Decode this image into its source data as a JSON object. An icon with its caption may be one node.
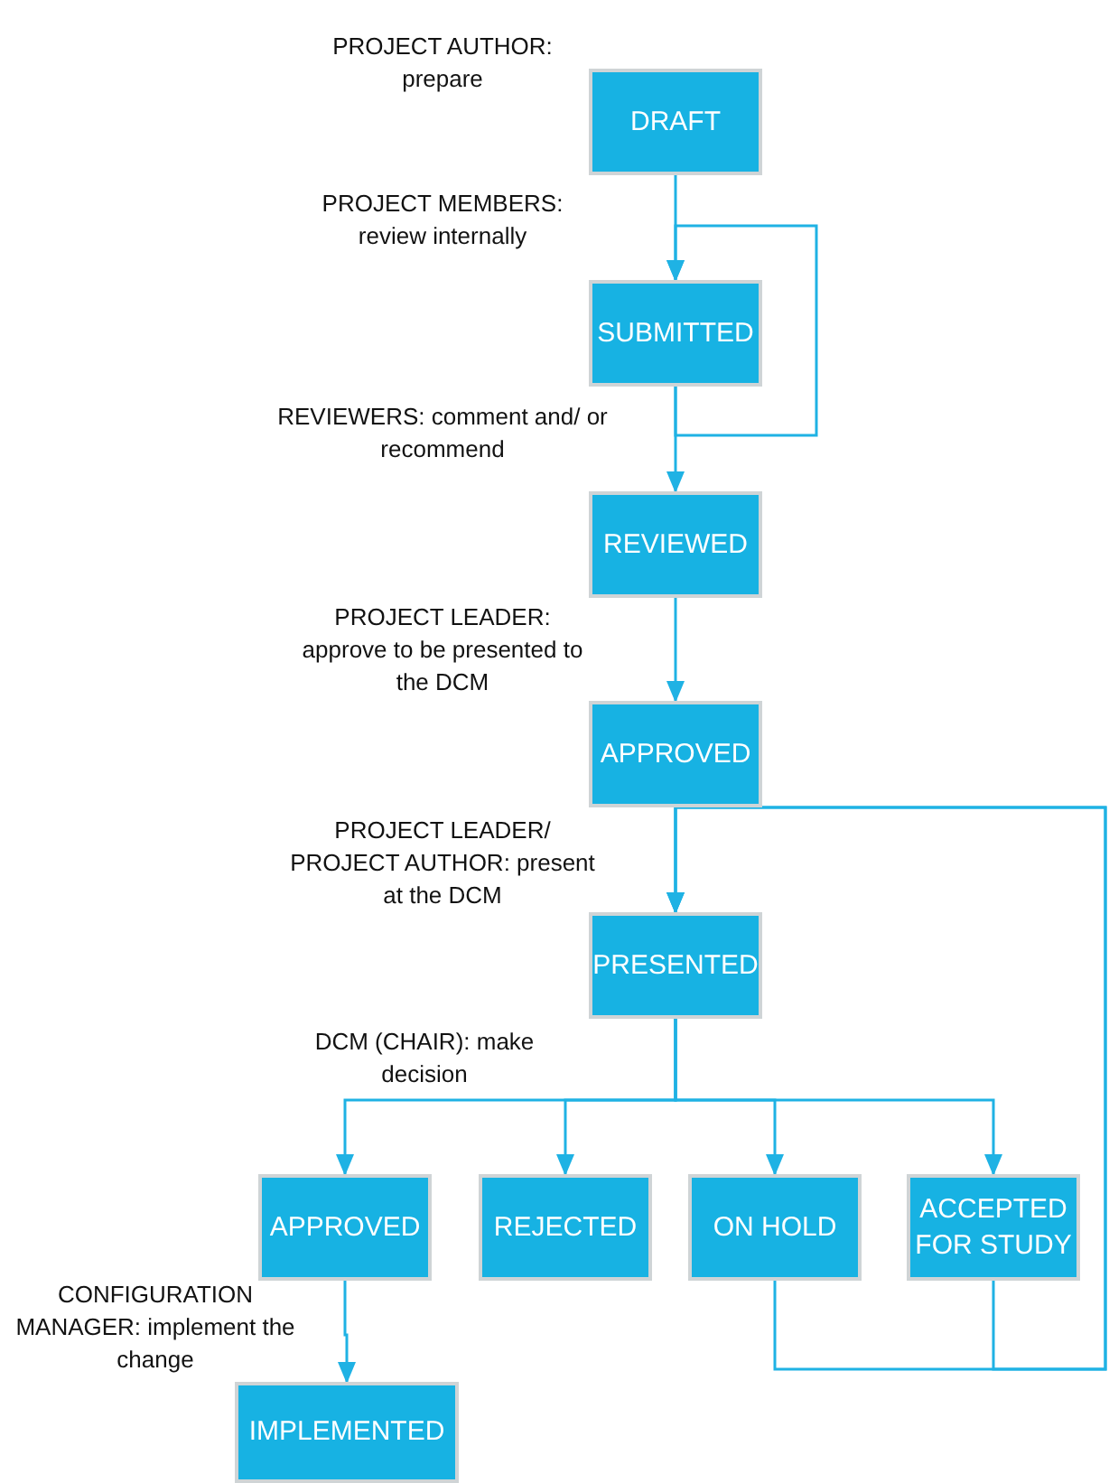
{
  "diagram": {
    "nodes": [
      {
        "text": [
          "DRAFT"
        ]
      },
      {
        "text": [
          "SUBMITTED"
        ]
      },
      {
        "text": [
          "REVIEWED"
        ]
      },
      {
        "text": [
          "APPROVED"
        ]
      },
      {
        "text": [
          "PRESENTED"
        ]
      },
      {
        "text": [
          "APPROVED"
        ]
      },
      {
        "text": [
          "REJECTED"
        ]
      },
      {
        "text": [
          "ON HOLD"
        ]
      },
      {
        "text": [
          "ACCEPTED FOR STUDY"
        ]
      },
      {
        "text": [
          "IMPLEMENTED"
        ]
      }
    ],
    "edges": [
      {
        "from": 0,
        "to": 1,
        "arrow": "to"
      },
      {
        "from": 1,
        "to": 2,
        "arrow": "to"
      },
      {
        "from": 1,
        "to": 1,
        "arrow": "to"
      },
      {
        "from": 2,
        "to": 3,
        "arrow": "to"
      },
      {
        "from": 3,
        "to": 4,
        "arrow": "to"
      },
      {
        "from": 4,
        "to": 5,
        "arrow": "to"
      },
      {
        "from": 4,
        "to": 6,
        "arrow": "to"
      },
      {
        "from": 4,
        "to": 7,
        "arrow": "to"
      },
      {
        "from": 4,
        "to": 8,
        "arrow": "to"
      },
      {
        "from": 5,
        "to": 9,
        "arrow": "to"
      },
      {
        "from": 7,
        "to": 4,
        "arrow": "to"
      },
      {
        "from": 8,
        "to": 4,
        "arrow": "to"
      }
    ],
    "labels": [
      "PROJECT AUTHOR: prepare",
      "PROJECT MEMBERS: review internally",
      "REVIEWERS: comment and/ or recommend",
      "PROJECT LEADER: approve to be presented to the DCM",
      "PROJECT LEADER/ PROJECT AUTHOR: present at the DCM",
      "DCM (CHAIR): make decision",
      "CONFIGURATION MANAGER: implement the change"
    ]
  }
}
